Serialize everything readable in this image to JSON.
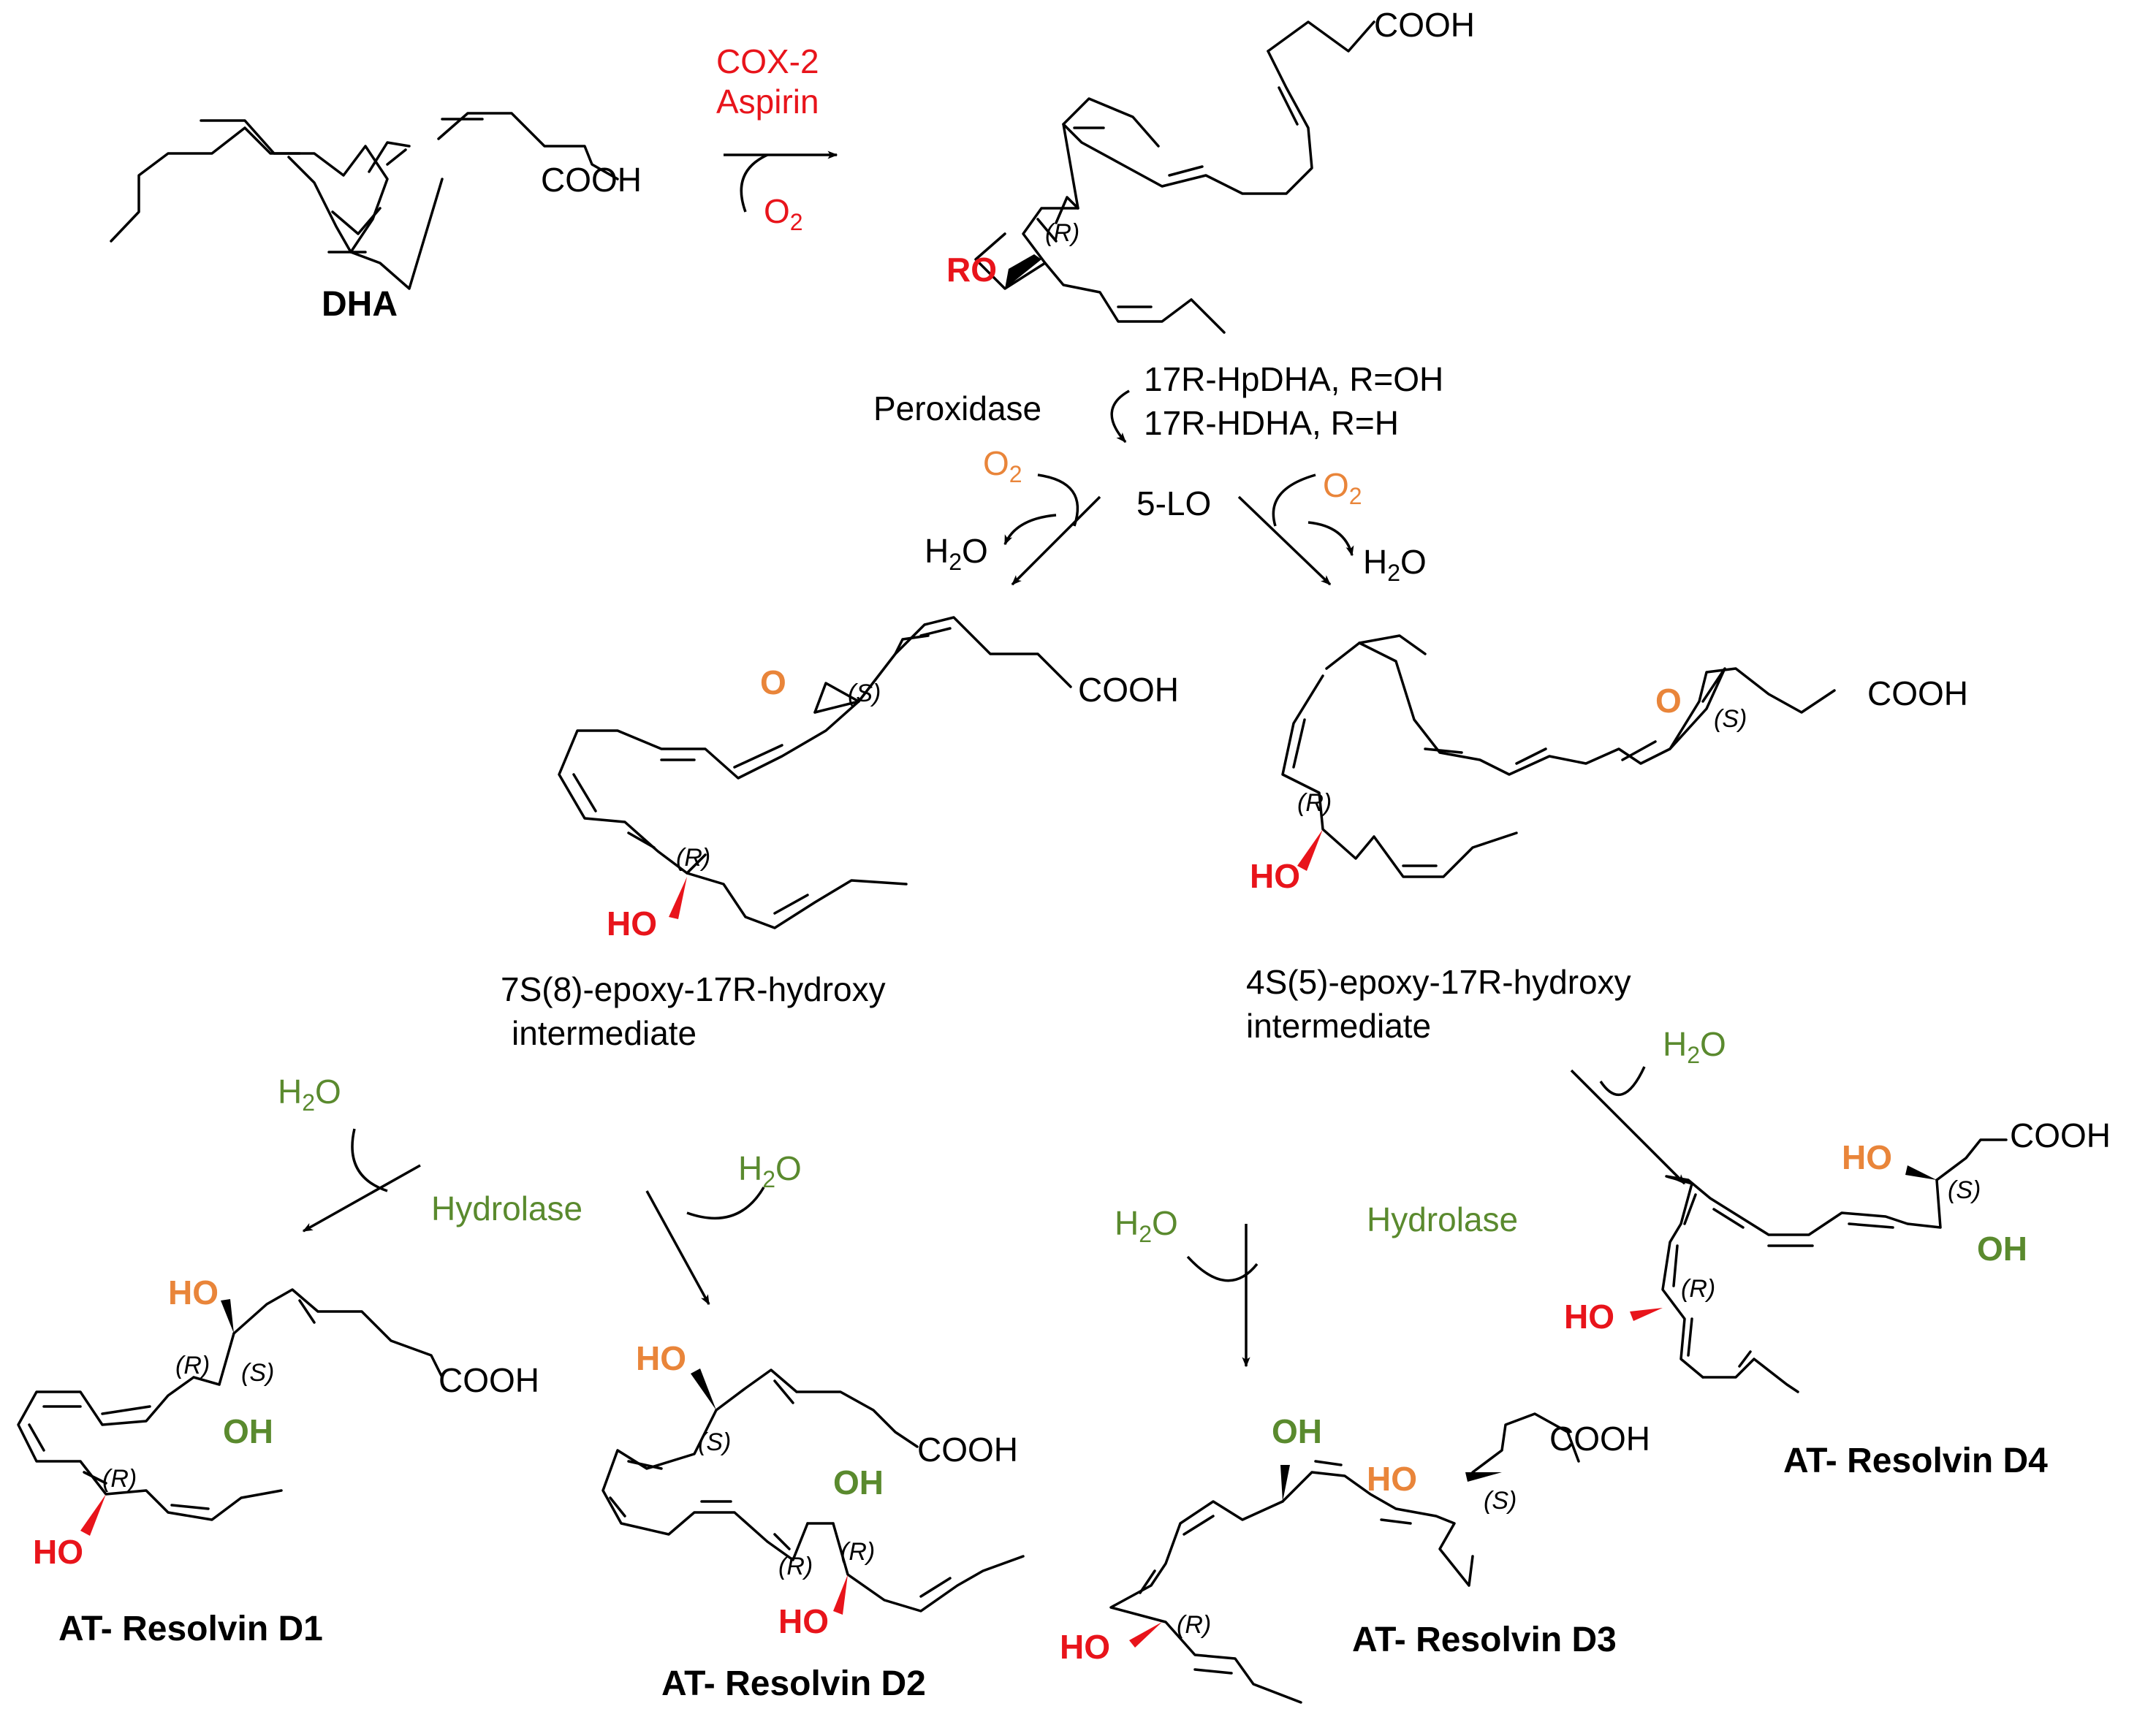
{
  "colors": {
    "red": "#e8141b",
    "orange": "#e9853a",
    "green": "#5a8a2e",
    "black": "#000000"
  },
  "compounds": {
    "dha": {
      "name": "DHA",
      "group": "COOH"
    },
    "hpdha": {
      "line1": "17R-HpDHA, R=OH",
      "line2": "17R-HDHA, R=H",
      "ro": "RO",
      "stereo": "(R)",
      "group": "COOH"
    },
    "epoxy7": {
      "line1": "7S(8)-epoxy-17R-hydroxy",
      "line2": "intermediate",
      "o": "O",
      "ho": "HO",
      "stereo_s": "(S)",
      "stereo_r": "(R)",
      "group": "COOH"
    },
    "epoxy4": {
      "line1": "4S(5)-epoxy-17R-hydroxy",
      "line2": "intermediate",
      "o": "O",
      "ho": "HO",
      "stereo_s": "(S)",
      "stereo_r": "(R)",
      "group": "COOH"
    },
    "rvd1": {
      "name": "AT- Resolvin D1",
      "ho_orange": "HO",
      "oh_green": "OH",
      "ho_red": "HO",
      "s1": "(R)",
      "s2": "(S)",
      "s3": "(R)",
      "group": "COOH"
    },
    "rvd2": {
      "name": "AT- Resolvin D2",
      "ho_orange": "HO",
      "oh_green": "OH",
      "ho_red": "HO",
      "s1": "(S)",
      "s2": "(R)",
      "s3": "(R)",
      "group": "COOH"
    },
    "rvd3": {
      "name": "AT- Resolvin D3",
      "oh_green": "OH",
      "ho_orange": "HO",
      "ho_red": "HO",
      "s1": "(S)",
      "s2": "(R)",
      "group": "COOH"
    },
    "rvd4": {
      "name": "AT- Resolvin D4",
      "ho_orange": "HO",
      "oh_green": "OH",
      "ho_red": "HO",
      "s1": "(S)",
      "s2": "(R)",
      "group": "COOH"
    }
  },
  "reagents": {
    "cox2": "COX-2",
    "aspirin": "Aspirin",
    "o2": "O",
    "o2_sub": "2",
    "peroxidase": "Peroxidase",
    "five_lo": "5-LO",
    "h2o_h": "H",
    "h2o_2": "2",
    "h2o_o": "O",
    "hydrolase": "Hydrolase"
  }
}
